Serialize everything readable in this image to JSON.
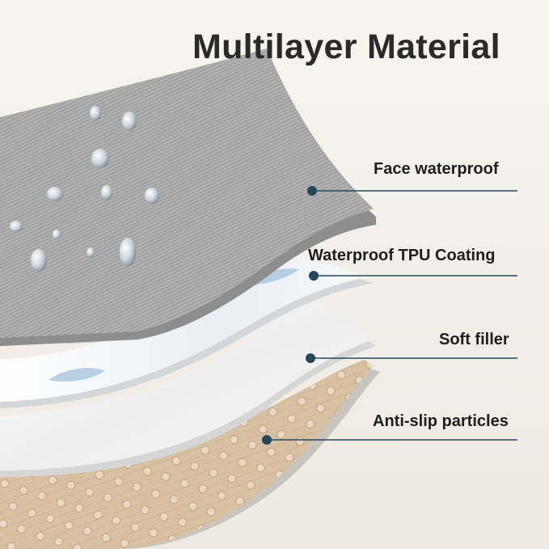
{
  "title": "Multilayer Material",
  "layers": [
    {
      "label": "Face waterproof"
    },
    {
      "label": "Waterproof TPU Coating"
    },
    {
      "label": "Soft filler"
    },
    {
      "label": "Anti-slip particles"
    }
  ],
  "colors": {
    "leader_line": "#24485a",
    "face_fabric": "#a9a9a9",
    "tpu_coating": "#eef2f5",
    "filler": "#f4f4f4",
    "anti_slip": "#d9c2a5"
  }
}
